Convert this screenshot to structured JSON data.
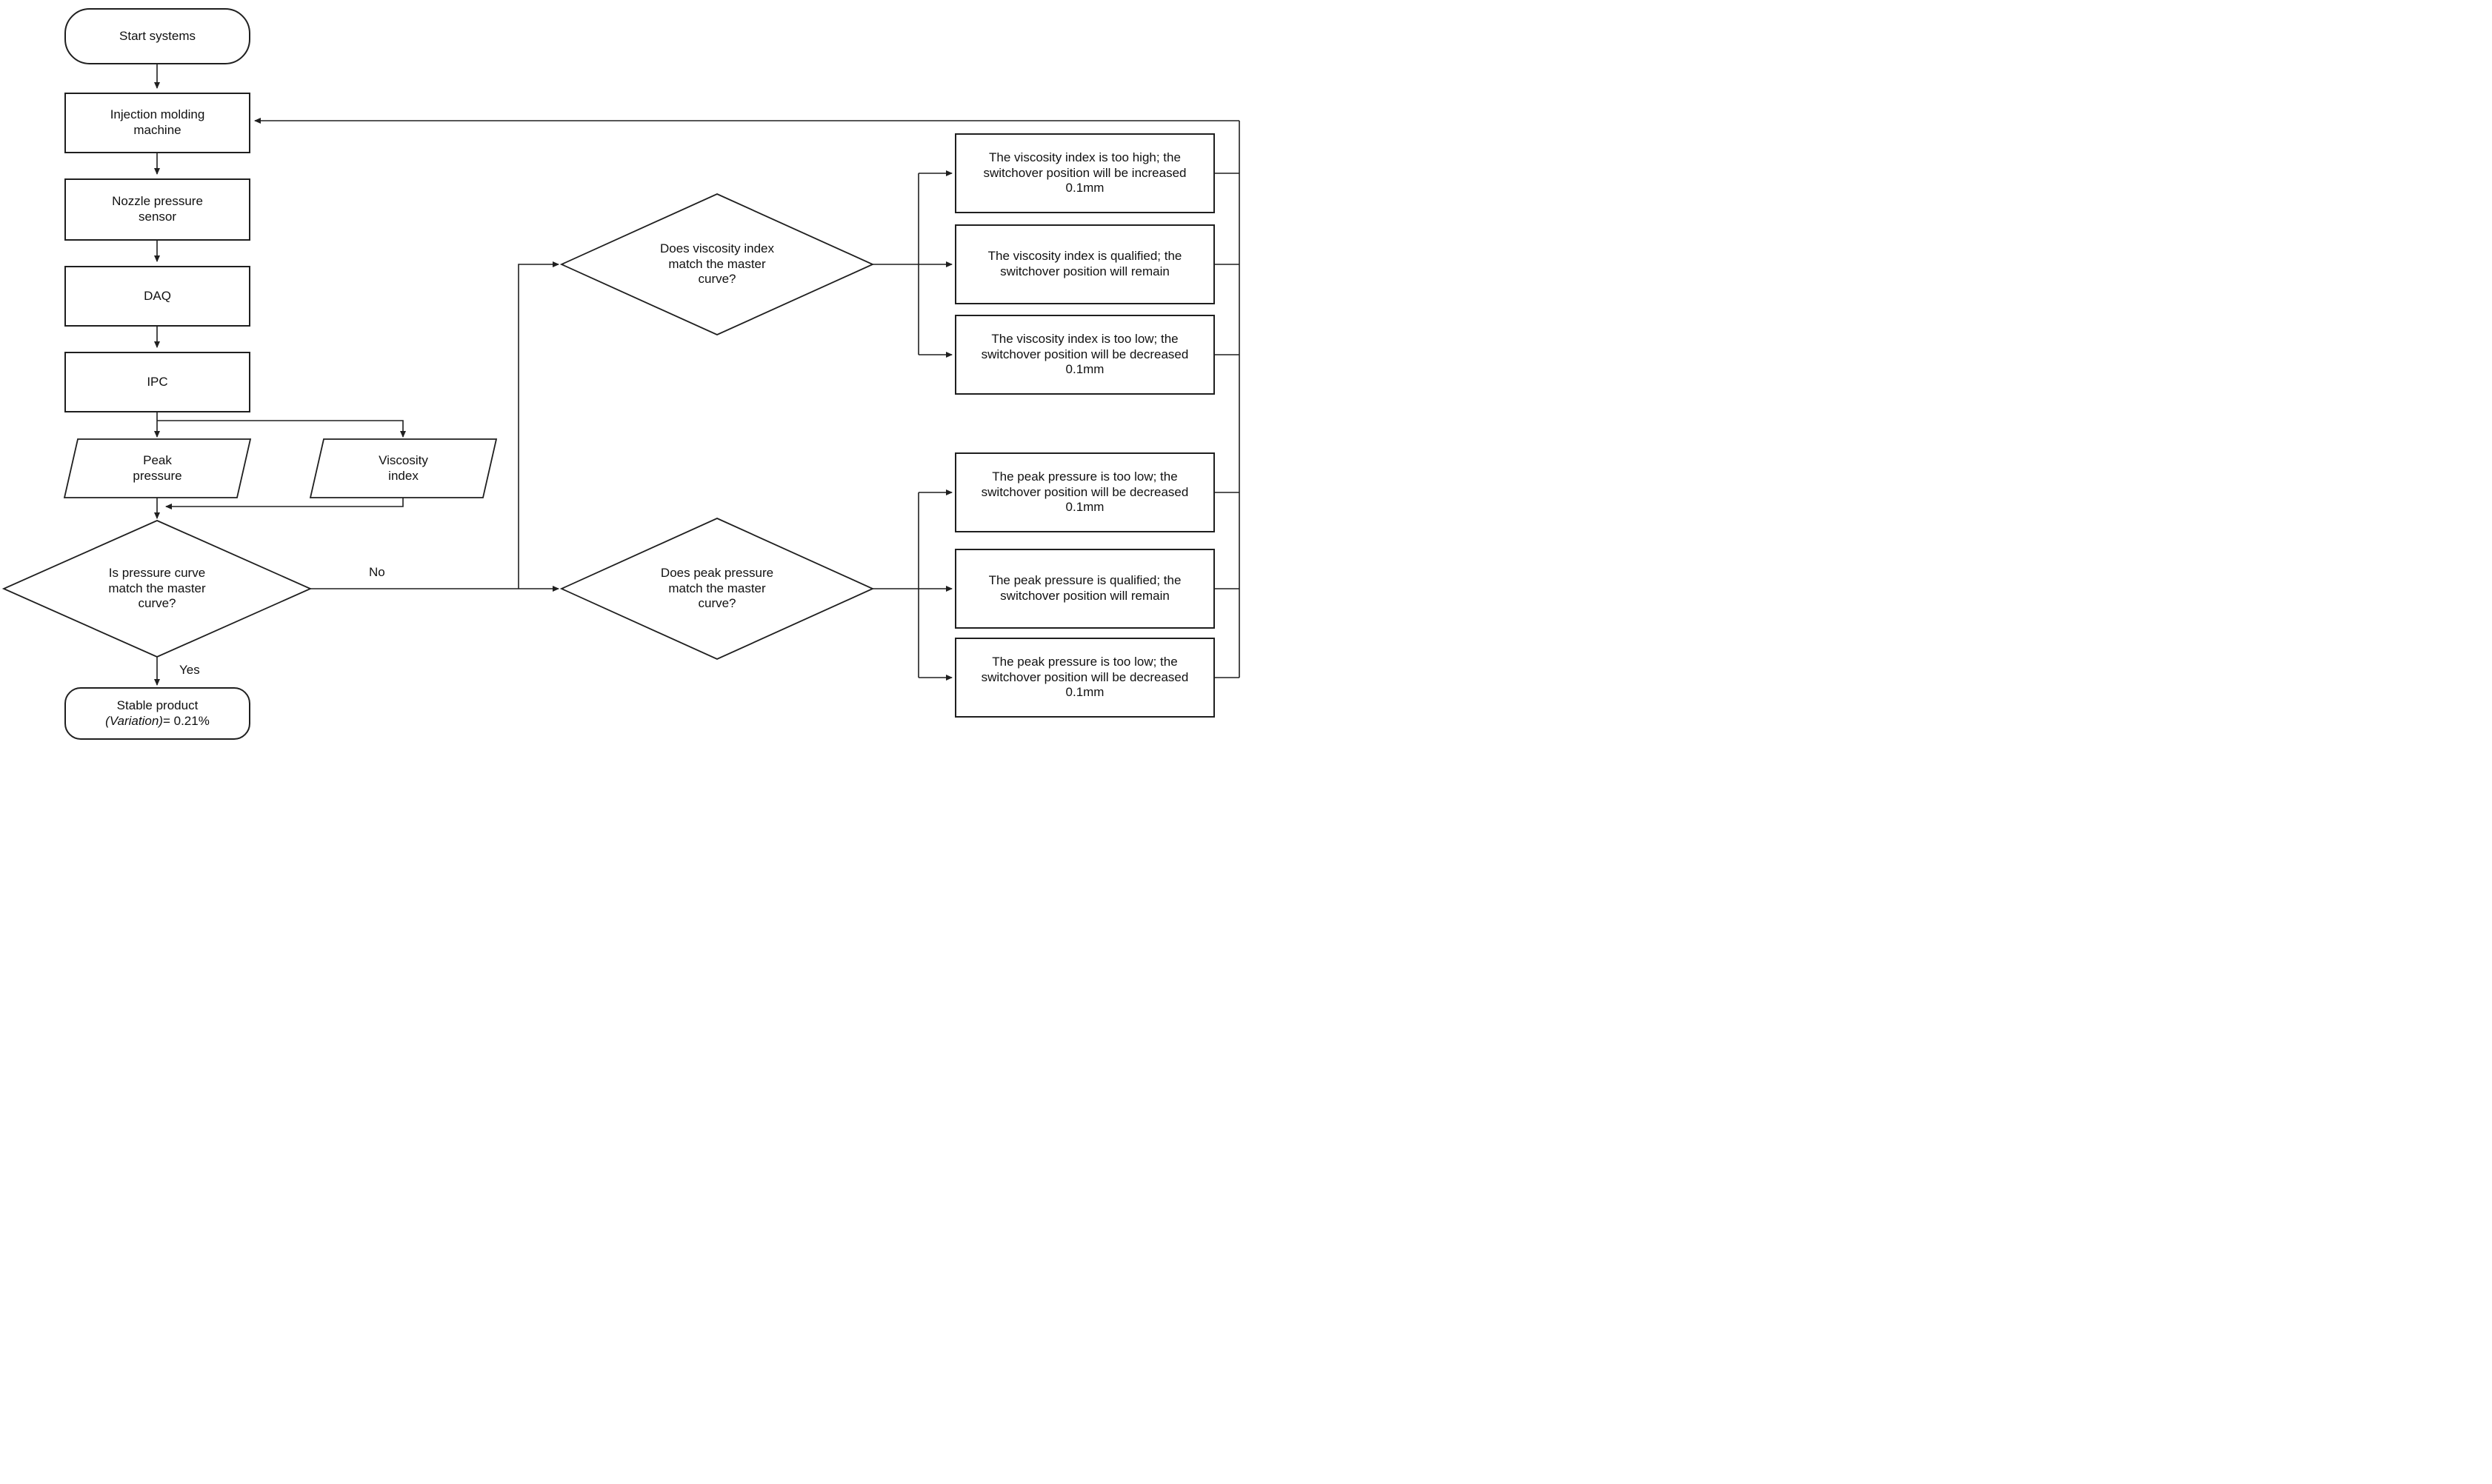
{
  "flowchart": {
    "nodes": {
      "start": "Start systems",
      "machine": "Injection molding machine",
      "sensor": "Nozzle pressure sensor",
      "daq": "DAQ",
      "ipc": "IPC",
      "peak_pressure": "Peak pressure",
      "viscosity_index": "Viscosity index",
      "pressure_decision": "Is pressure curve match the master curve?",
      "viscosity_decision": "Does viscosity index match the master curve?",
      "peak_decision": "Does peak pressure match the master curve?"
    },
    "stable": {
      "line1": "Stable product",
      "variation": "(Variation)",
      "value": "= 0.21%"
    },
    "edge_labels": {
      "yes": "Yes",
      "no": "No"
    },
    "outcomes": [
      "The viscosity index is too high; the switchover position will be increased 0.1mm",
      "The viscosity index is qualified; the switchover position will remain",
      "The viscosity index is too low; the switchover position will be decreased 0.1mm",
      "The peak pressure is too low; the switchover position will be decreased 0.1mm",
      "The peak pressure is qualified; the switchover position will remain",
      "The peak pressure is too low; the switchover position will be decreased 0.1mm"
    ],
    "colors": {
      "line": "#1f1f1f",
      "background": "#ffffff",
      "text": "#111111"
    }
  }
}
